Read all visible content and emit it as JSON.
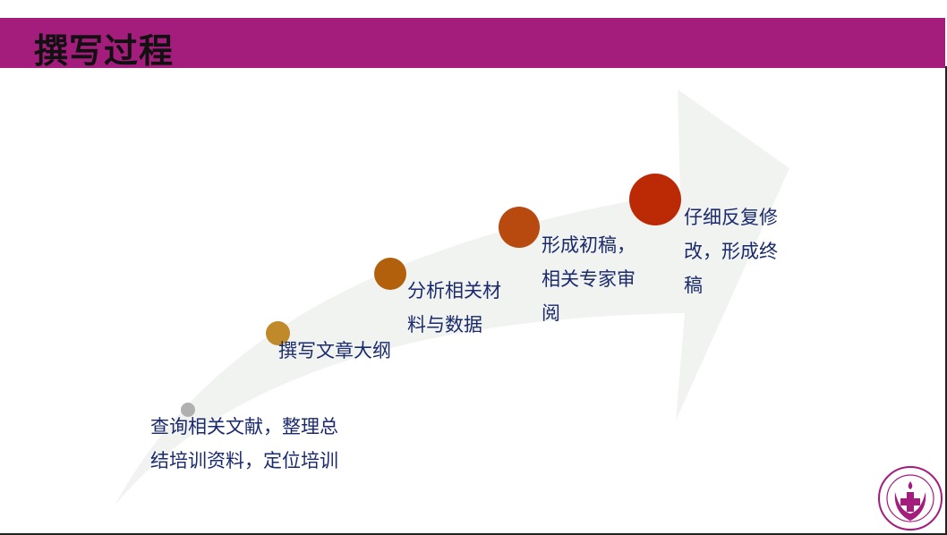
{
  "header": {
    "title": "撰写过程",
    "bar_color": "#a41c7c"
  },
  "process": {
    "arrow_color": "#f1f3f1",
    "steps": [
      {
        "label_lines": [
          "查询相关文献，整理总",
          "结培训资料，定位培训"
        ],
        "dot_color": "#b0b0b0"
      },
      {
        "label_lines": [
          "撰写文章大纲"
        ],
        "dot_color": "#c08a2a"
      },
      {
        "label_lines": [
          "分析相关材",
          "料与数据"
        ],
        "dot_color": "#b3600c"
      },
      {
        "label_lines": [
          "形成初稿，",
          "相关专家审",
          "阅"
        ],
        "dot_color": "#b84a10"
      },
      {
        "label_lines": [
          "仔细反复修",
          "改，形成终",
          "稿"
        ],
        "dot_color": "#bb2a04"
      }
    ]
  },
  "logo": {
    "icon": "nursing-association-emblem-icon",
    "color": "#a41c7c"
  }
}
